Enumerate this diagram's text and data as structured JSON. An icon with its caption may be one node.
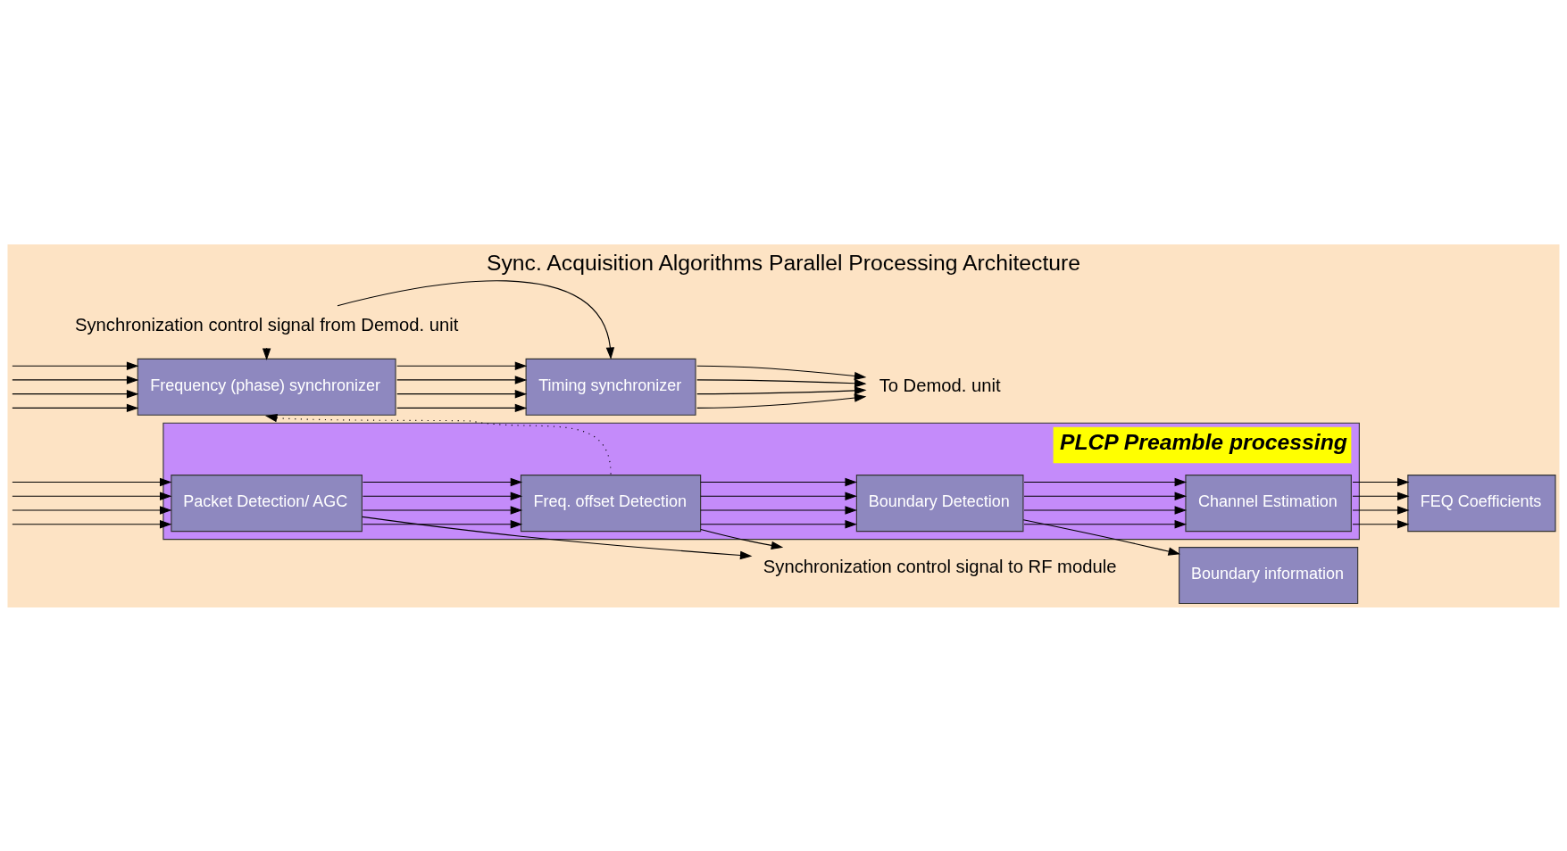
{
  "diagram": {
    "title": "Sync. Acquisition Algorithms Parallel Processing Architecture",
    "nodes": [
      {
        "text": [
          "Frequency (phase) synchronizer"
        ]
      },
      {
        "text": [
          "Timing synchronizer"
        ]
      },
      {
        "text": [
          "PLCP Preamble processing"
        ]
      },
      {
        "text": [
          "Packet Detection/ AGC"
        ],
        "in": 2
      },
      {
        "text": [
          "Freq. offset Detection"
        ],
        "in": 2
      },
      {
        "text": [
          "Boundary Detection"
        ],
        "in": 2
      },
      {
        "text": [
          "Channel Estimation"
        ],
        "in": 2
      },
      {
        "text": [
          "Boundary information"
        ]
      },
      {
        "text": [
          "FEQ Coefficients"
        ]
      },
      {
        "text": [
          "Synchronization control signal from Demod. unit"
        ]
      },
      {
        "text": [
          "To Demod. unit"
        ]
      },
      {
        "text": [
          "Synchronization control signal to RF module"
        ]
      }
    ],
    "edges": [
      {
        "from": null,
        "to": 0,
        "arrow": "to"
      },
      {
        "from": null,
        "to": 0,
        "arrow": "to"
      },
      {
        "from": null,
        "to": 0,
        "arrow": "to"
      },
      {
        "from": null,
        "to": 0,
        "arrow": "to"
      },
      {
        "from": null,
        "to": 3,
        "arrow": "to"
      },
      {
        "from": null,
        "to": 3,
        "arrow": "to"
      },
      {
        "from": null,
        "to": 3,
        "arrow": "to"
      },
      {
        "from": null,
        "to": 3,
        "arrow": "to"
      },
      {
        "from": 9,
        "to": 0,
        "arrow": "to"
      },
      {
        "from": 9,
        "to": 1,
        "arrow": "to"
      },
      {
        "from": 0,
        "to": 1,
        "arrow": "to"
      },
      {
        "from": 0,
        "to": 1,
        "arrow": "to"
      },
      {
        "from": 0,
        "to": 1,
        "arrow": "to"
      },
      {
        "from": 0,
        "to": 1,
        "arrow": "to"
      },
      {
        "from": 1,
        "to": 10,
        "arrow": "to"
      },
      {
        "from": 1,
        "to": 10,
        "arrow": "to"
      },
      {
        "from": 1,
        "to": 10,
        "arrow": "to"
      },
      {
        "from": 1,
        "to": 10,
        "arrow": "to"
      },
      {
        "from": 3,
        "to": 4,
        "arrow": "to"
      },
      {
        "from": 3,
        "to": 4,
        "arrow": "to"
      },
      {
        "from": 3,
        "to": 4,
        "arrow": "to"
      },
      {
        "from": 3,
        "to": 4,
        "arrow": "to"
      },
      {
        "from": 4,
        "to": 5,
        "arrow": "to"
      },
      {
        "from": 4,
        "to": 5,
        "arrow": "to"
      },
      {
        "from": 4,
        "to": 5,
        "arrow": "to"
      },
      {
        "from": 4,
        "to": 5,
        "arrow": "to"
      },
      {
        "from": 5,
        "to": 6,
        "arrow": "to"
      },
      {
        "from": 5,
        "to": 6,
        "arrow": "to"
      },
      {
        "from": 5,
        "to": 6,
        "arrow": "to"
      },
      {
        "from": 5,
        "to": 6,
        "arrow": "to"
      },
      {
        "from": 4,
        "to": 0,
        "arrow": "to",
        "style": "dashed"
      },
      {
        "from": 5,
        "to": 7,
        "arrow": "to"
      },
      {
        "from": 6,
        "to": 8,
        "arrow": "to"
      },
      {
        "from": 6,
        "to": 8,
        "arrow": "to"
      },
      {
        "from": 6,
        "to": 8,
        "arrow": "to"
      },
      {
        "from": 6,
        "to": 8,
        "arrow": "to"
      },
      {
        "from": 3,
        "to": 11,
        "arrow": "to"
      },
      {
        "from": 4,
        "to": 11,
        "arrow": "to"
      }
    ]
  }
}
